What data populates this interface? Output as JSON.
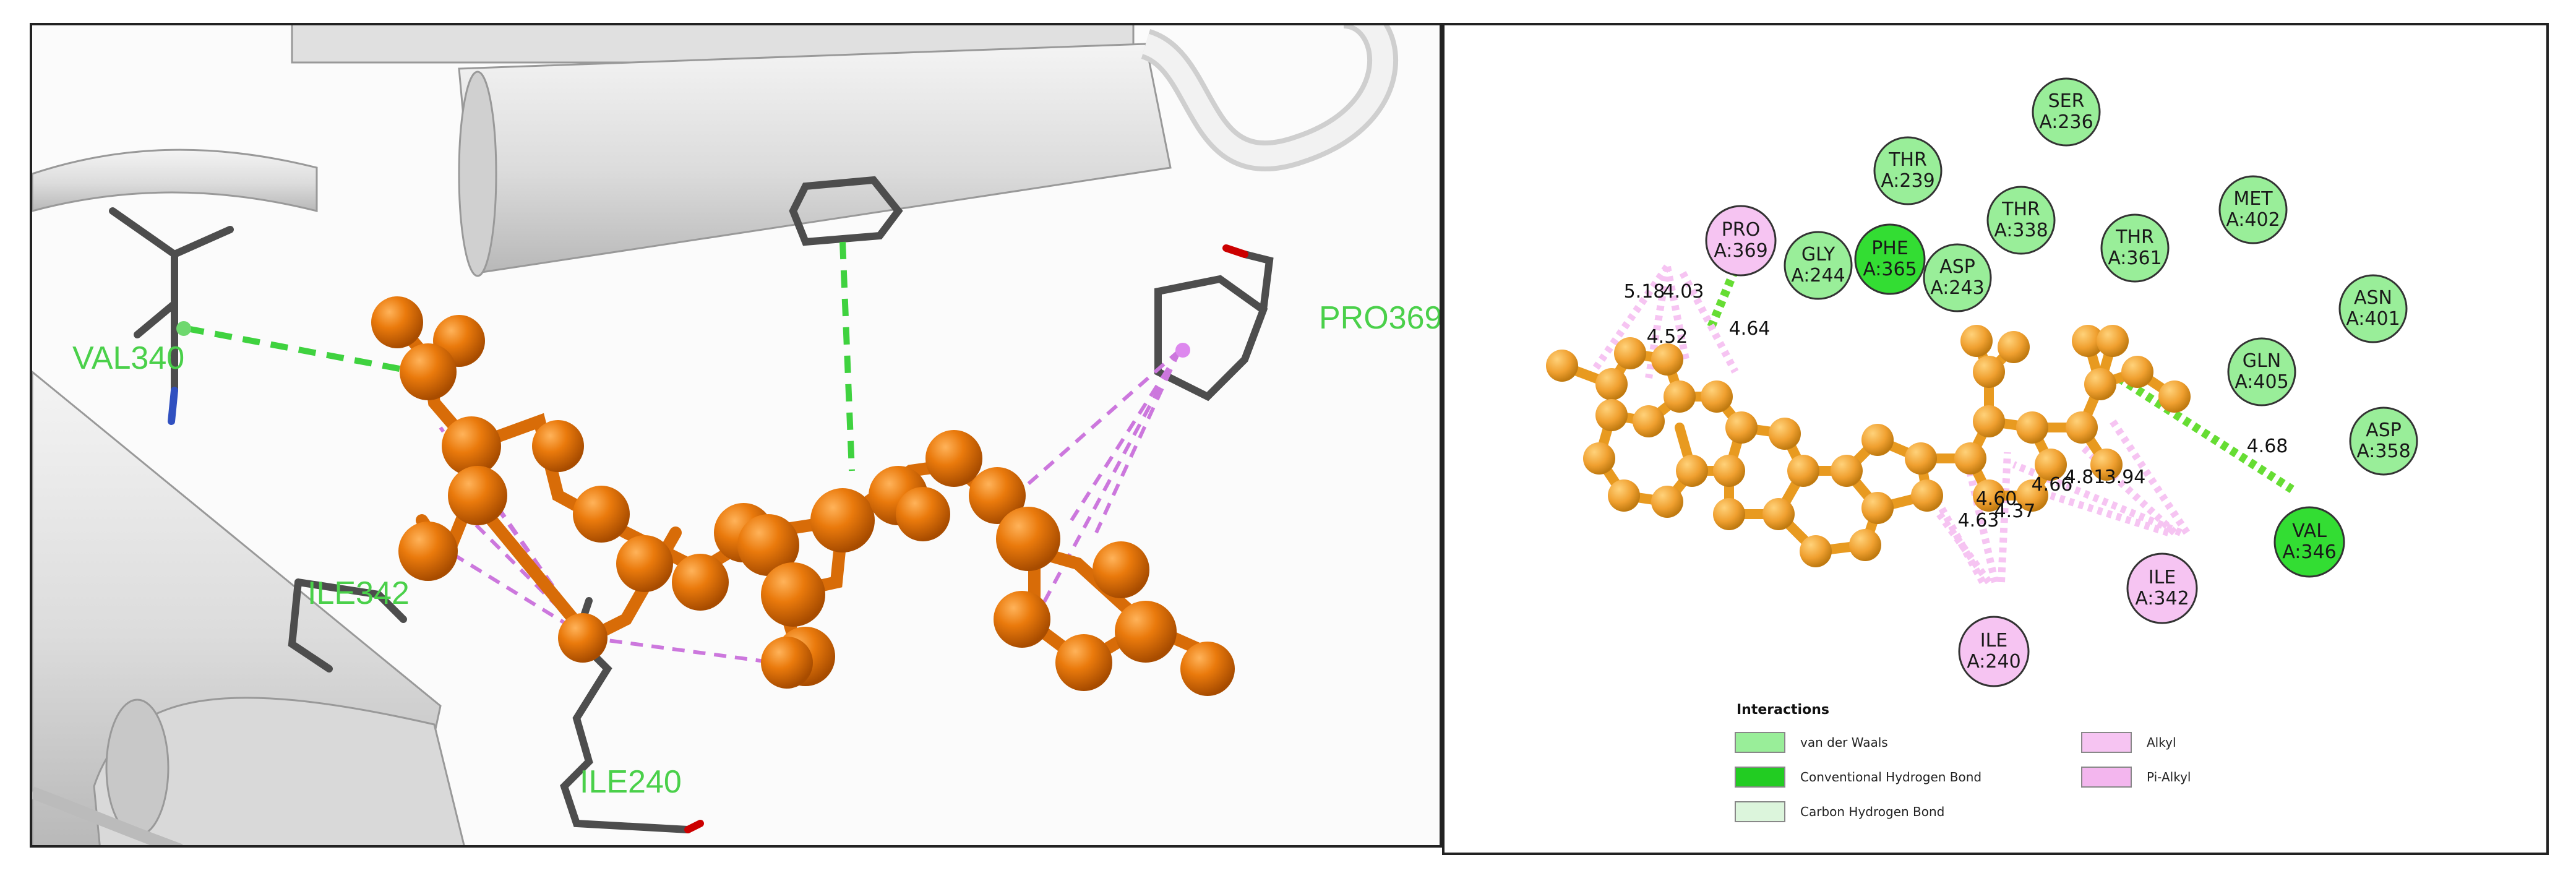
{
  "panel_3d": {
    "residue_labels": [
      {
        "id": "val340",
        "text": "VAL340"
      },
      {
        "id": "pro369",
        "text": "PRO369"
      },
      {
        "id": "ile342",
        "text": "ILE342"
      },
      {
        "id": "ile240",
        "text": "ILE240"
      }
    ]
  },
  "panel_2d": {
    "residues": [
      {
        "id": "ser236",
        "name": "SER",
        "num": "A:236",
        "type": "vdw"
      },
      {
        "id": "thr239",
        "name": "THR",
        "num": "A:239",
        "type": "vdw"
      },
      {
        "id": "thr338",
        "name": "THR",
        "num": "A:338",
        "type": "vdw"
      },
      {
        "id": "met402",
        "name": "MET",
        "num": "A:402",
        "type": "vdw"
      },
      {
        "id": "pro369",
        "name": "PRO",
        "num": "A:369",
        "type": "alkyl"
      },
      {
        "id": "gly244",
        "name": "GLY",
        "num": "A:244",
        "type": "vdw"
      },
      {
        "id": "phe365",
        "name": "PHE",
        "num": "A:365",
        "type": "hbond"
      },
      {
        "id": "asp243",
        "name": "ASP",
        "num": "A:243",
        "type": "vdw"
      },
      {
        "id": "thr361",
        "name": "THR",
        "num": "A:361",
        "type": "vdw"
      },
      {
        "id": "asn401",
        "name": "ASN",
        "num": "A:401",
        "type": "vdw"
      },
      {
        "id": "gln405",
        "name": "GLN",
        "num": "A:405",
        "type": "vdw"
      },
      {
        "id": "asp358",
        "name": "ASP",
        "num": "A:358",
        "type": "vdw"
      },
      {
        "id": "val346",
        "name": "VAL",
        "num": "A:346",
        "type": "hbond"
      },
      {
        "id": "ile342",
        "name": "ILE",
        "num": "A:342",
        "type": "alkyl"
      },
      {
        "id": "ile240",
        "name": "ILE",
        "num": "A:240",
        "type": "alkyl"
      }
    ],
    "distances": [
      "5.18",
      "4.03",
      "4.52",
      "4.64",
      "4.68",
      "4.81",
      "3.94",
      "4.66",
      "4.60",
      "4.37",
      "4.63"
    ],
    "legend": {
      "title": "Interactions",
      "items": [
        {
          "label": "van der Waals",
          "color": "#99ee99"
        },
        {
          "label": "Conventional Hydrogen Bond",
          "color": "#22cc22"
        },
        {
          "label": "Carbon Hydrogen Bond",
          "color": "#dcf5dc"
        },
        {
          "label": "Alkyl",
          "color": "#f6c4f2"
        },
        {
          "label": "Pi-Alkyl",
          "color": "#f3b6ee"
        }
      ]
    },
    "colors": {
      "vdw": "#99ee99",
      "hbond": "#33dd33",
      "alkyl": "#f6c4f2",
      "ligand": "#f0a030"
    }
  }
}
